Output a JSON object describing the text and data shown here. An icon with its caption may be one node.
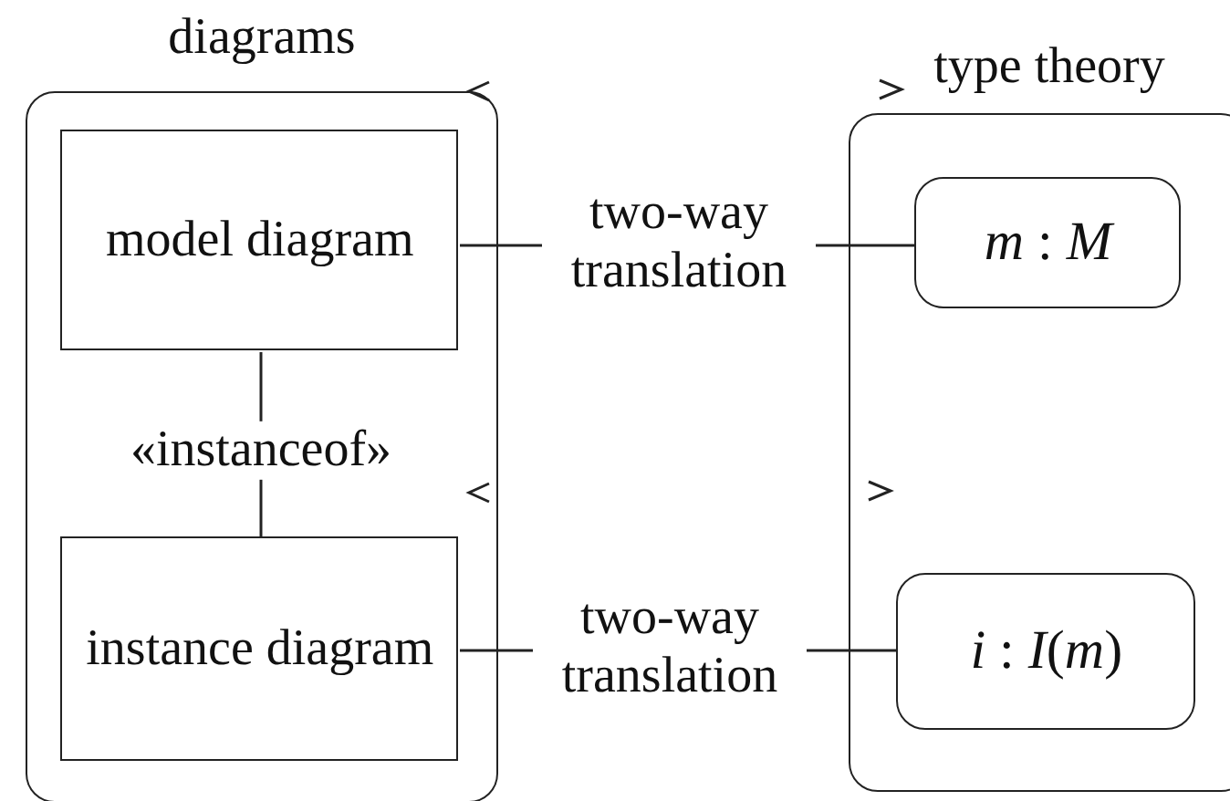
{
  "diagram": {
    "nodes": [
      {
        "text": [
          "diagrams"
        ]
      },
      {
        "text": [
          "model diagram"
        ],
        "in": 0
      },
      {
        "text": [
          "instance diagram"
        ],
        "in": 0
      },
      {
        "text": [
          "type theory"
        ]
      },
      {
        "text": [
          "*m* : *M*"
        ],
        "in": 3
      },
      {
        "text": [
          "*i* : *I*(*m*)"
        ],
        "in": 3
      }
    ],
    "edges": [
      {
        "from": 1,
        "to": 4,
        "arrow": "none",
        "label": "two-way translation"
      },
      {
        "from": 1,
        "to": 2,
        "arrow": "none",
        "label": "«instanceof»"
      },
      {
        "from": 2,
        "to": 5,
        "arrow": "none",
        "label": "two-way translation"
      }
    ]
  }
}
